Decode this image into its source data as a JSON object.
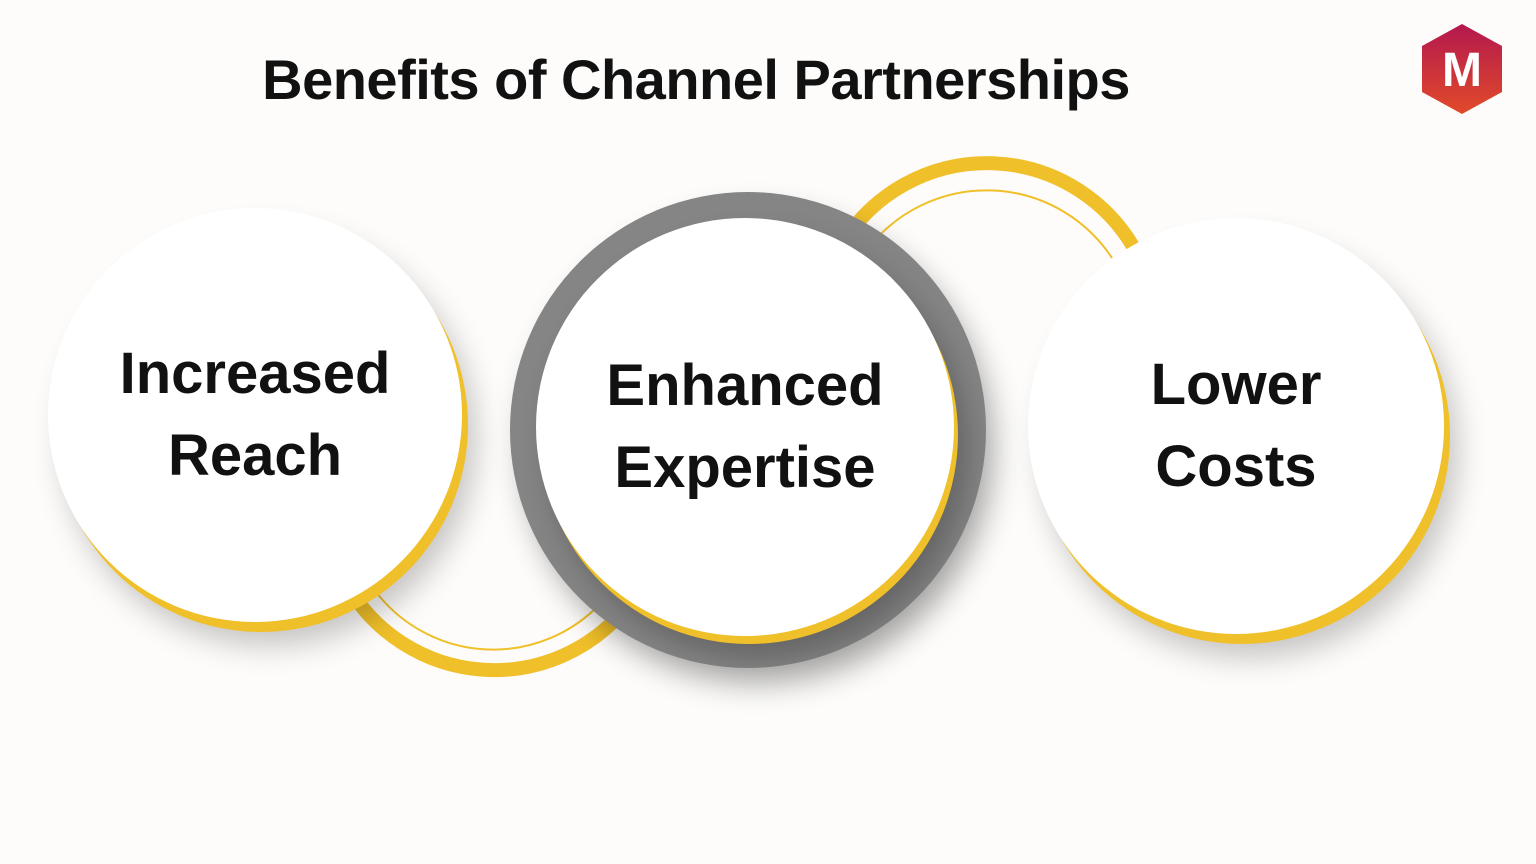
{
  "title": "Benefits of Channel Partnerships",
  "logo": {
    "letter": "M",
    "colors": {
      "top": "#b3184e",
      "bottom": "#e14a2a"
    }
  },
  "colors": {
    "accent_yellow": "#f0c02a",
    "ring_grey": "#858585",
    "circle_fill": "#ffffff",
    "text": "#111111"
  },
  "benefits": [
    {
      "line1": "Increased",
      "line2": "Reach"
    },
    {
      "line1": "Enhanced",
      "line2": "Expertise"
    },
    {
      "line1": "Lower",
      "line2": "Costs"
    }
  ]
}
